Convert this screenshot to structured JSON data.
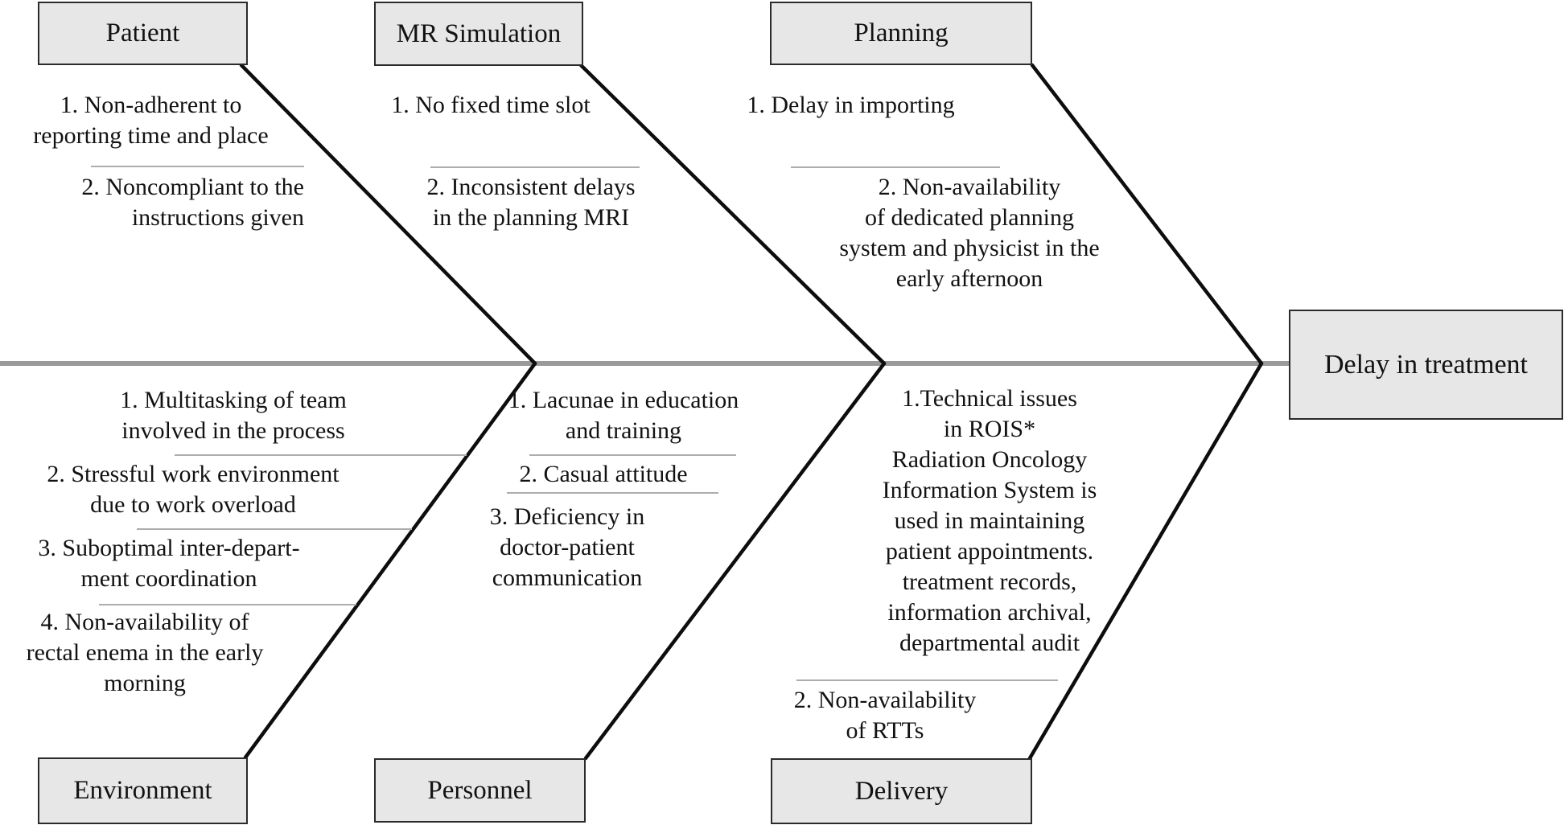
{
  "fishbone": {
    "effect_label": "Delay in treatment",
    "top": [
      {
        "label": "Patient",
        "items": [
          "1. Non-adherent to\nreporting time and place",
          "2. Noncompliant to the\ninstructions given"
        ]
      },
      {
        "label": "MR Simulation",
        "items": [
          "1. No fixed time slot",
          "2. Inconsistent delays\nin the planning MRI"
        ]
      },
      {
        "label": "Planning",
        "items": [
          "1. Delay in importing",
          "2. Non-availability\nof dedicated planning\nsystem and physicist in the\nearly afternoon"
        ]
      }
    ],
    "bottom": [
      {
        "label": "Environment",
        "items": [
          "1. Multitasking of team\ninvolved in the process",
          "2. Stressful work environment\ndue to work overload",
          "3. Suboptimal inter-depart-\nment coordination",
          "4. Non-availability of\nrectal enema in the early\nmorning"
        ]
      },
      {
        "label": "Personnel",
        "items": [
          "1. Lacunae in education\nand training",
          "2. Casual attitude",
          "3. Deficiency in\ndoctor-patient\ncommunication"
        ]
      },
      {
        "label": "Delivery",
        "items": [
          "1.Technical issues\nin ROIS*\nRadiation Oncology\nInformation System is\nused in maintaining\npatient appointments.\ntreatment records,\ninformation archival,\ndepartmental audit",
          "2. Non-availability\nof RTTs"
        ]
      }
    ]
  },
  "colors": {
    "box_fill": "#e7e7e7",
    "box_border": "#2b2b2b",
    "spine": "#9a9a9a",
    "branch": "#0d0d0d",
    "separator": "#adadad",
    "text": "#121212"
  }
}
